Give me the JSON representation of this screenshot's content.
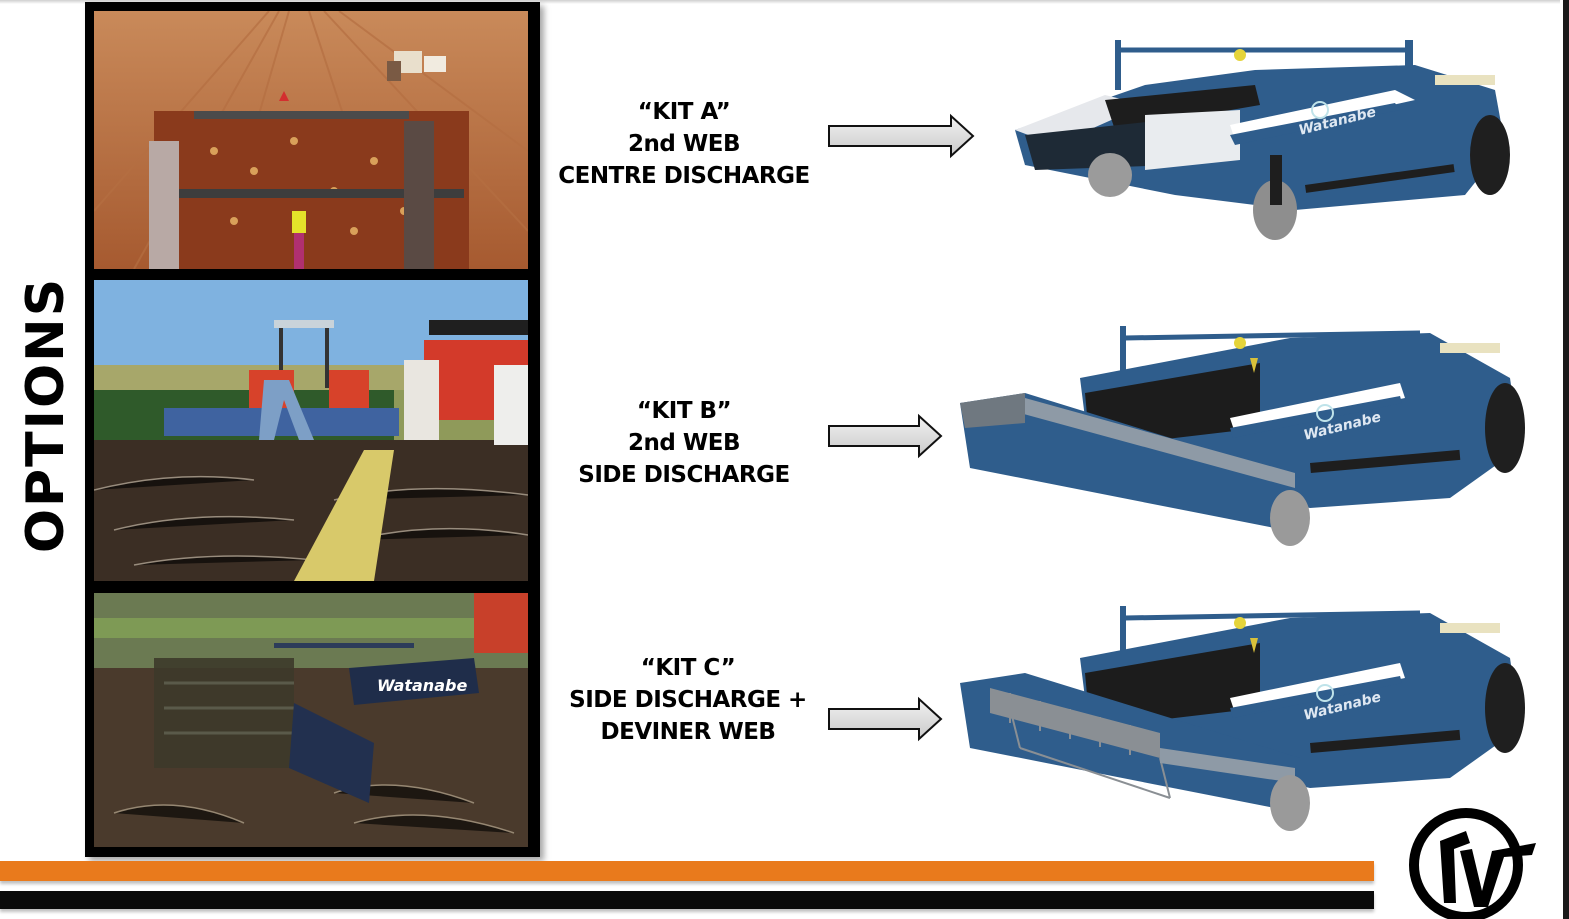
{
  "slide": {
    "title": "OPTIONS",
    "accent_color": "#e97a1c",
    "secondary_color": "#0a0a0a",
    "machine_color": "#2f5d8c"
  },
  "photos": [
    {
      "description": "Harvester in field with red soil and potatoes, workers in background"
    },
    {
      "description": "Tractor with blue harvester, worker bending over, potato row in foreground"
    },
    {
      "description": "Watanabe harvester with deviner web working in field",
      "brand_text": "Watanabe"
    }
  ],
  "kits": [
    {
      "name": "“KIT A”",
      "line2": "2nd WEB",
      "line3": "CENTRE DISCHARGE",
      "machine_brand": "Watanabe"
    },
    {
      "name": "“KIT B”",
      "line2": "2nd WEB",
      "line3": "SIDE DISCHARGE",
      "machine_brand": "Watanabe"
    },
    {
      "name": "“KIT C”",
      "line2": "SIDE DISCHARGE +",
      "line3": "DEVINER WEB",
      "machine_brand": "Watanabe"
    }
  ],
  "footer": {
    "logo": "watanabe-logo-icon"
  }
}
